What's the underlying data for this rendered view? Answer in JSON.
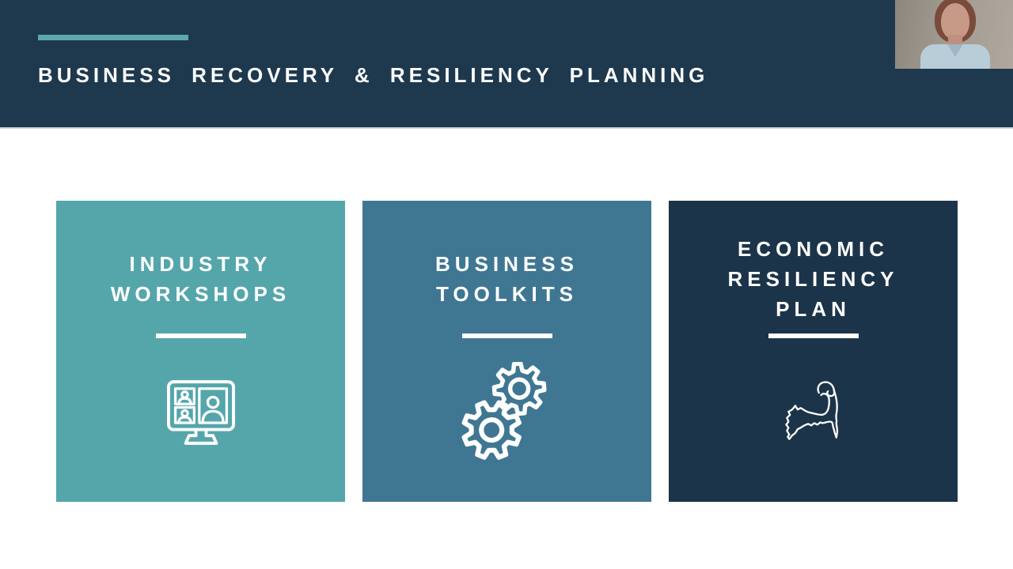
{
  "header": {
    "title": "BUSINESS RECOVERY & RESILIENCY PLANNING",
    "bg_color": "#1e394e",
    "accent_color": "#5ba7ac",
    "text_color": "#fbfcfd"
  },
  "webcam": {
    "description": "presenter webcam video"
  },
  "cards": [
    {
      "id": "industry-workshops",
      "title_lines": [
        "INDUSTRY",
        "WORKSHOPS"
      ],
      "icon": "video-conference-icon",
      "bg_color": "#55a6ab",
      "text_color": "#ffffff"
    },
    {
      "id": "business-toolkits",
      "title_lines": [
        "BUSINESS",
        "TOOLKITS"
      ],
      "icon": "gears-icon",
      "bg_color": "#3f7793",
      "text_color": "#ffffff"
    },
    {
      "id": "economic-resiliency-plan",
      "title_lines": [
        "ECONOMIC",
        "RESILIENCY",
        "PLAN"
      ],
      "icon": "cape-cod-map-icon",
      "bg_color": "#1c3449",
      "text_color": "#ffffff"
    }
  ]
}
